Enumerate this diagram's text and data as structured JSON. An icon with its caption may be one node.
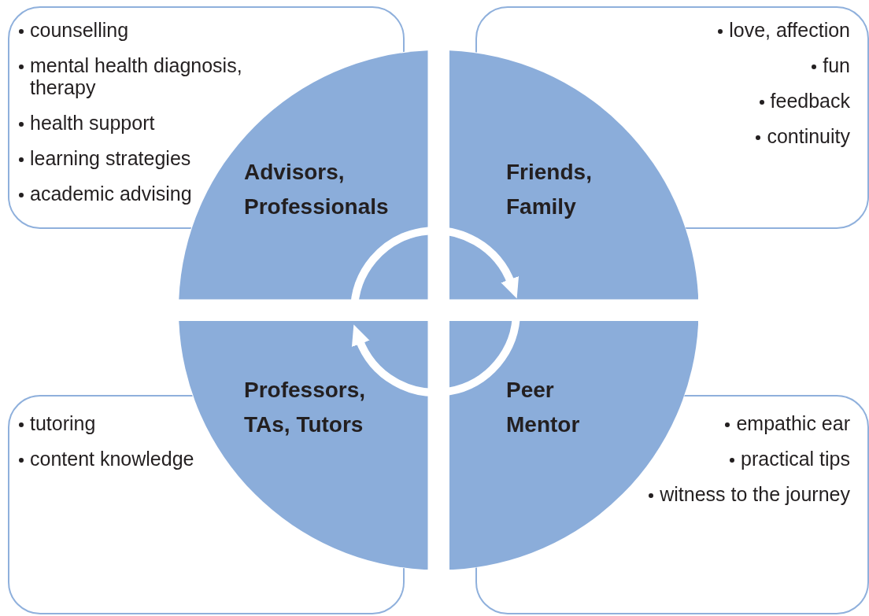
{
  "diagram": {
    "nodes": [
      {
        "text": [
          "counselling",
          "mental health diagnosis, therapy",
          "health support",
          "learning strategies",
          "academic advising"
        ]
      },
      {
        "text": [
          "love, affection",
          "fun",
          "feedback",
          "continuity"
        ]
      },
      {
        "text": [
          "Advisors, Professionals"
        ]
      },
      {
        "text": [
          "Friends, Family"
        ]
      },
      {
        "text": [
          "tutoring",
          "content knowledge"
        ]
      },
      {
        "text": [
          "Professors, TAs, Tutors"
        ]
      },
      {
        "text": [
          "Peer Mentor"
        ]
      },
      {
        "text": [
          "empathic ear",
          "practical tips",
          "witness to the journey"
        ]
      }
    ]
  }
}
